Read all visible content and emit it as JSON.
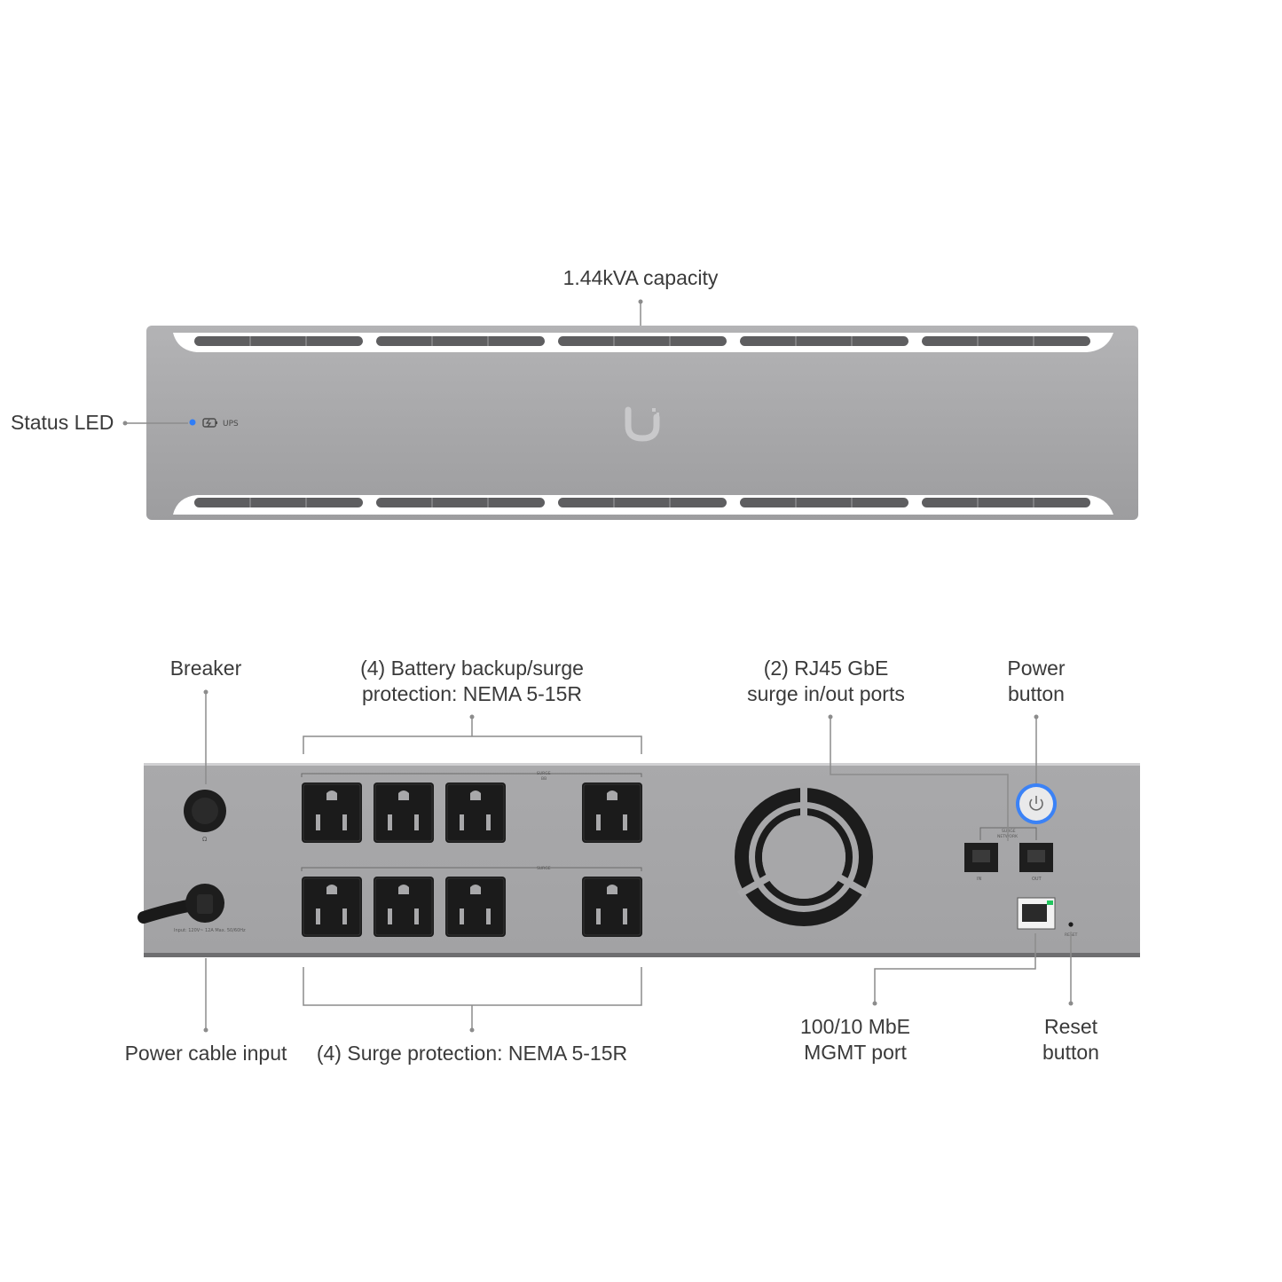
{
  "front": {
    "capacity_label": "1.44kVA capacity",
    "status_led_label": "Status LED",
    "led_caption": "UPS",
    "colors": {
      "chassis": "#a6a6a8",
      "led": "#2f7df6"
    }
  },
  "rear": {
    "breaker_label": "Breaker",
    "battery_outlets_label": "(4) Battery backup/surge\nprotection: NEMA 5-15R",
    "rj45_label": "(2) RJ45 GbE\nsurge in/out ports",
    "power_button_label": "Power\nbutton",
    "power_cable_label": "Power cable input",
    "surge_outlets_label": "(4) Surge protection: NEMA 5-15R",
    "mgmt_label": "100/10 MbE\nMGMT port",
    "reset_label": "Reset\nbutton",
    "panel_text": {
      "surge_bb": "SURGE\nBB",
      "surge": "SURGE",
      "surge_network": "SURGE\nNETWORK",
      "in": "IN",
      "out": "OUT",
      "reset": "RESET",
      "input_rating": "Input: 120V~ 12A Max. 50/60Hz"
    },
    "colors": {
      "power_ring": "#3b82f6",
      "mgmt_link": "#22c55e"
    }
  }
}
